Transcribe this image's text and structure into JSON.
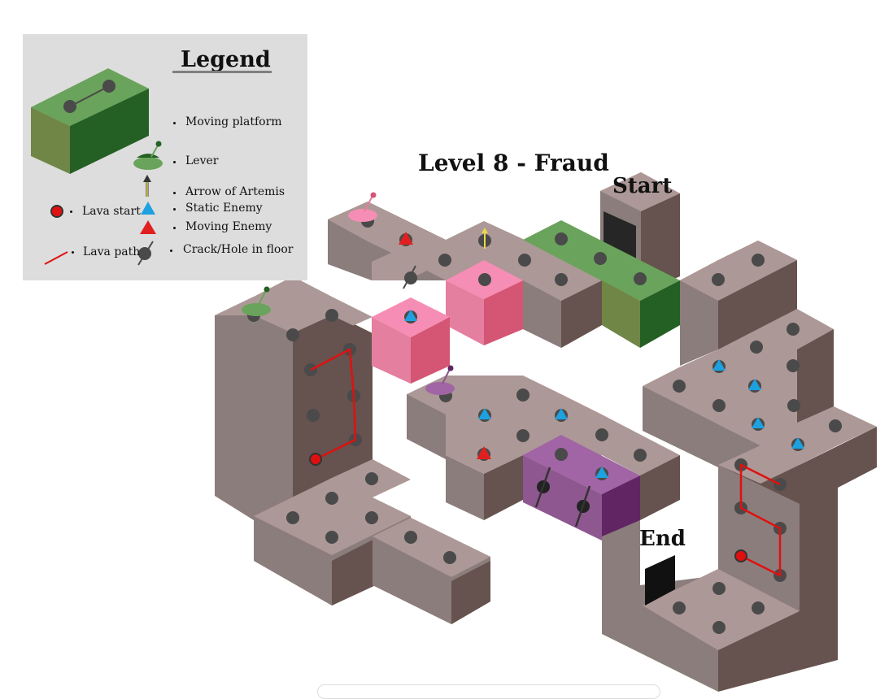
{
  "level": {
    "title": "Level 8 - Fraud",
    "start_label": "Start",
    "end_label": "End"
  },
  "legend": {
    "title": "Legend",
    "items": {
      "moving_platform": "Moving platform",
      "lever": "Lever",
      "arrow": "Arrow of Artemis",
      "static_enemy": "Static Enemy",
      "moving_enemy": "Moving Enemy",
      "crack": "Crack/Hole in floor",
      "lava_start": "Lava start",
      "lava_path": "Lava path"
    }
  },
  "colors": {
    "stone_top": "#ac9896",
    "stone_left": "#8b7d7b",
    "stone_right": "#66524e",
    "pink_top": "#f68db4",
    "pink_left": "#e47f9f",
    "pink_right": "#d55574",
    "purple_top": "#a164a5",
    "purple_left": "#8e5790",
    "purple_right": "#602562",
    "green_top": "#6aa35b",
    "green_left": "#6f8646",
    "green_right": "#245f23",
    "dot": "#4a4a4a",
    "lava": "#e01010",
    "static_enemy": "#1da1e0",
    "moving_enemy": "#e02020",
    "legend_bg": "#dddddd"
  }
}
